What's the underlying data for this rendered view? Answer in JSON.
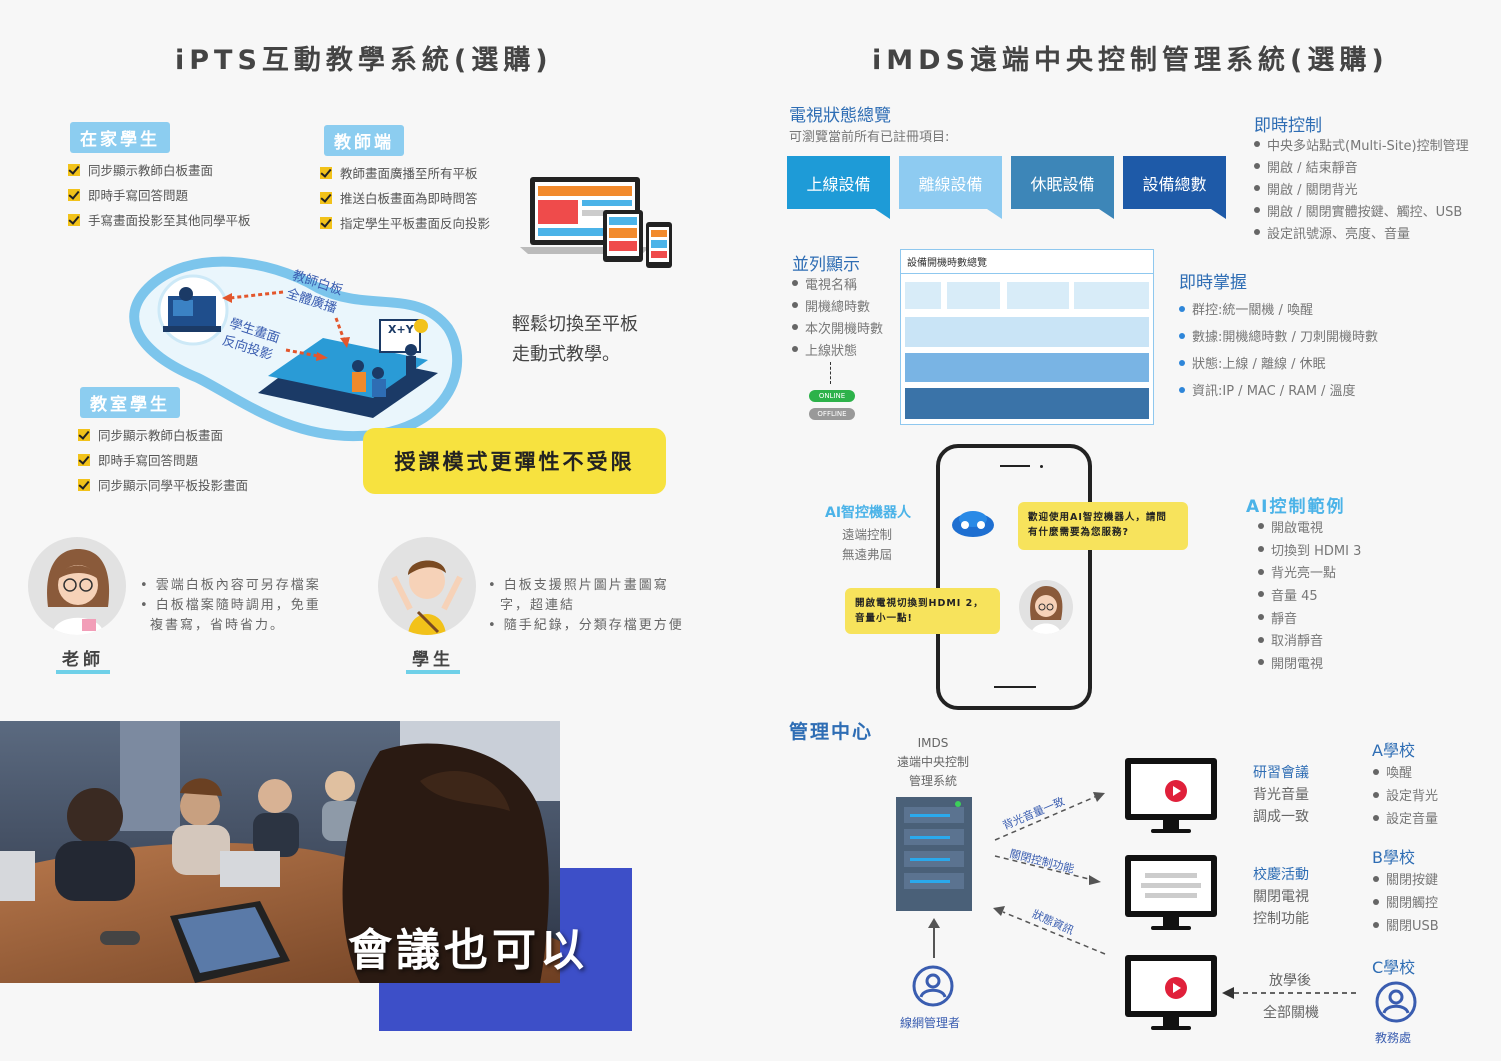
{
  "left": {
    "title": "iPTS互動教學系統(選購)",
    "home_students": {
      "label": "在家學生",
      "items": [
        "同步顯示教師白板畫面",
        "即時手寫回答問題",
        "手寫畫面投影至其他同學平板"
      ]
    },
    "teacher_side": {
      "label": "教師端",
      "items": [
        "教師畫面廣播至所有平板",
        "推送白板畫面為即時問答",
        "指定學生平板畫面反向投影"
      ]
    },
    "diagram": {
      "broadcast_1": "教師白板",
      "broadcast_2": "全體廣播",
      "reverse_1": "學生畫面",
      "reverse_2": "反向投影",
      "formula": "X+Y"
    },
    "switch_text_1": "輕鬆切換至平板",
    "switch_text_2": "走動式教學。",
    "classroom_students": {
      "label": "教室學生",
      "items": [
        "同步顯示教師白板畫面",
        "即時手寫回答問題",
        "同步顯示同學平板投影畫面"
      ]
    },
    "highlight": "授課模式更彈性不受限",
    "teacher": {
      "label": "老師",
      "line1": "• 雲端白板內容可另存檔案",
      "line2": "• 白板檔案隨時調用，免重",
      "line3": "複書寫，省時省力。"
    },
    "student": {
      "label": "學生",
      "line1": "• 白板支援照片圖片畫圖寫",
      "line2": "字，超連結",
      "line3": "• 隨手紀錄，分類存檔更方便"
    },
    "meeting": "會議也可以"
  },
  "right": {
    "title": "iMDS遠端中央控制管理系統(選購)",
    "tv_overview": {
      "heading": "電視狀態總覽",
      "sub": "可瀏覽當前所有已註冊項目:",
      "stats": [
        {
          "label": "上線設備",
          "color": "#1e9bd7"
        },
        {
          "label": "離線設備",
          "color": "#8ecbf1"
        },
        {
          "label": "休眠設備",
          "color": "#3d86b8"
        },
        {
          "label": "設備總數",
          "color": "#1e5aa8"
        }
      ]
    },
    "realtime_control": {
      "heading": "即時控制",
      "items": [
        "中央多站點式(Multi-Site)控制管理",
        "開啟 / 結束靜音",
        "開啟 / 關閉背光",
        "開啟 / 關閉實體按鍵、觸控、USB",
        "設定訊號源、亮度、音量"
      ]
    },
    "parallel": {
      "heading": "並列顯示",
      "items": [
        "電視名稱",
        "開機總時數",
        "本次開機時數",
        "上線狀態"
      ],
      "online": "ONLINE",
      "offline": "OFFLINE",
      "panel_title": "設備開機時數總覽"
    },
    "realtime_grasp": {
      "heading": "即時掌握",
      "items": [
        "群控:統一關機 / 喚醒",
        "數據:開機總時數 / 刀刺開機時數",
        "狀態:上線 / 離線 / 休眠",
        "資訊:IP / MAC / RAM / 溫度"
      ]
    },
    "ai_robot": {
      "heading": "AI智控機器人",
      "line1": "遠端控制",
      "line2": "無遠弗屆",
      "bubble_1a": "歡迎使用AI智控機器人，請問",
      "bubble_1b": "有什麼需要為您服務?",
      "bubble_2a": "開啟電視切換到HDMI 2，",
      "bubble_2b": "音量小一點!"
    },
    "ai_examples": {
      "heading": "AI控制範例",
      "items": [
        "開啟電視",
        "切換到 HDMI 3",
        "背光亮一點",
        "音量 45",
        "靜音",
        "取消靜音",
        "開閉電視"
      ]
    },
    "management": {
      "heading": "管理中心",
      "system_1": "IMDS",
      "system_2": "遠端中央控制",
      "system_3": "管理系統",
      "admin": "線網管理者",
      "arrow_1": "背光音量一致",
      "arrow_2": "關閉控制功能",
      "arrow_3": "狀態資訊",
      "event_1": {
        "title": "研習會議",
        "l1": "背光音量",
        "l2": "調成一致"
      },
      "event_2": {
        "title": "校慶活動",
        "l1": "關閉電視",
        "l2": "控制功能"
      },
      "after_school_1": "放學後",
      "after_school_2": "全部關機",
      "school_a": {
        "name": "A學校",
        "items": [
          "喚醒",
          "設定背光",
          "設定音量"
        ]
      },
      "school_b": {
        "name": "B學校",
        "items": [
          "關閉按鍵",
          "關閉觸控",
          "關閉USB"
        ]
      },
      "school_c": {
        "name": "C學校",
        "office": "教務處"
      }
    }
  }
}
